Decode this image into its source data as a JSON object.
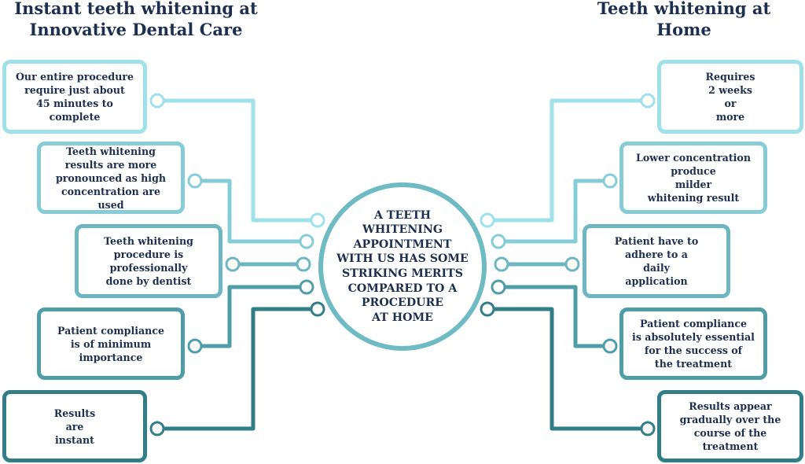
{
  "colors": {
    "level1": "#9ee1e8",
    "level2": "#86ccd6",
    "level3": "#6cb7c1",
    "level4": "#4f9ea7",
    "level5": "#317e87",
    "text": "#1d2f4f"
  },
  "headings": {
    "left": "Instant teeth whitening at\nInnovative Dental Care",
    "right": "Teeth whitening at\nHome"
  },
  "center": {
    "text": "A TEETH\nWHITENING\nAPPOINTMENT\nWITH US HAS SOME\nSTRIKING MERITS\nCOMPARED TO A\nPROCEDURE\nAT HOME"
  },
  "left_items": [
    {
      "text": "Our entire procedure\nrequire just about\n45 minutes to\ncomplete"
    },
    {
      "text": "Teeth whitening\nresults are more\npronounced as high\nconcentration are used"
    },
    {
      "text": "Teeth whitening\nprocedure is\nprofessionally\ndone by dentist"
    },
    {
      "text": "Patient compliance\nis of minimum\nimportance"
    },
    {
      "text": "Results\nare\ninstant"
    }
  ],
  "right_items": [
    {
      "text": "Requires\n2 weeks\nor\nmore"
    },
    {
      "text": "Lower concentration\nproduce\nmilder\nwhitening result"
    },
    {
      "text": "Patient have to\nadhere to a\ndaily\napplication"
    },
    {
      "text": "Patient compliance\nis absolutely essential\nfor the success of\nthe treatment"
    },
    {
      "text": "Results appear\ngradually over the\ncourse of the\ntreatment"
    }
  ]
}
